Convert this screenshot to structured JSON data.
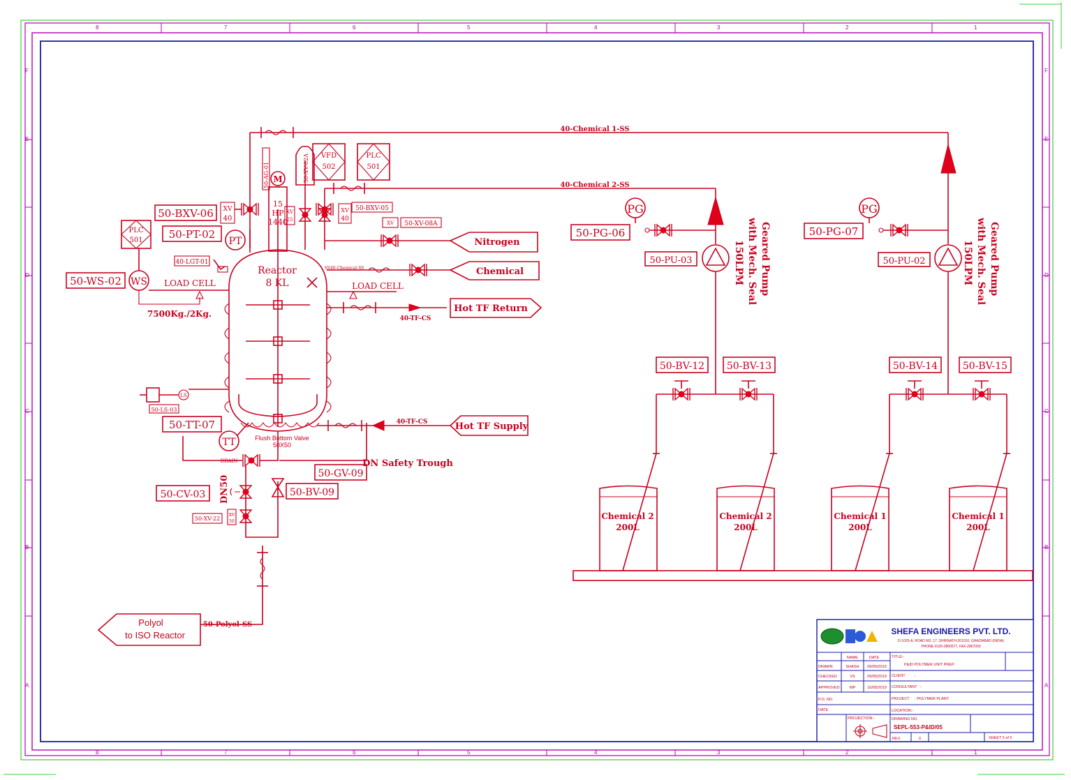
{
  "tags": {
    "bxv06": "50-BXV-06",
    "pt02": "50-PT-02",
    "ws02": "50-WS-02",
    "lgt01": "40-LGT-01",
    "tt07": "50-TT-07",
    "cv03": "50-CV-03",
    "xv22": "50-XV-22",
    "bv09": "50-BV-09",
    "gv09": "50-GV-09",
    "ls03": "50-LS-03",
    "bxv05": "50-BXV-05",
    "xv08a": "50-XV-08A",
    "pg06": "50-PG-06",
    "pg07": "50-PG-07",
    "pu03": "50-PU-03",
    "pu02": "50-PU-02",
    "bv12": "50-BV-12",
    "bv13": "50-BV-13",
    "bv14": "50-BV-14",
    "bv15": "50-BV-15",
    "ag01": "50-AG-01",
    "xv02a": "50-XV-02A"
  },
  "instruments": {
    "pt": "PT",
    "tt": "TT",
    "ws": "WS",
    "pg": "PG",
    "m": "M",
    "plc": "PLC",
    "plc_no": "501",
    "vfd": "VFD",
    "vfd_no": "502",
    "xv": "XV",
    "xv40": "40",
    "ls": "LS",
    "xv25": "25",
    "xv50": "50"
  },
  "reactor": {
    "name": "Reactor",
    "capacity": "8 KL",
    "motor_hp": "15",
    "motor_unit": "HP",
    "motor_rpm": "1440",
    "flush_valve": "Flush Bottom Valve",
    "flush_size": "50X50",
    "drain": "DRAIN",
    "dn50": "DN50"
  },
  "labels": {
    "load_cell_left": "LOAD CELL",
    "load_cell_right": "LOAD CELL",
    "weight": "7500Kg./2Kg.",
    "dn_trough": "DN Safety Trough",
    "chem_line": "SS40-Chemical-SS"
  },
  "lines": {
    "chem1": "40-Chemical 1-SS",
    "chem2": "40-Chemical 2-SS",
    "tf_return": "40-TF-CS",
    "tf_supply": "40-TF-CS",
    "polyol_line": "50-Polyol-SS"
  },
  "offpage": {
    "nitrogen": "Nitrogen",
    "chemical": "Chemical",
    "hot_tf_return": "Hot TF Return",
    "hot_tf_supply": "Hot TF Supply",
    "polyol_1": "Polyol",
    "polyol_2": "to ISO Reactor"
  },
  "pumps": {
    "desc_1": "Geared Pump",
    "desc_2": "with Mech. Seal",
    "desc_3": "150LPM"
  },
  "drums": [
    {
      "name": "Chemical 2",
      "volume": "200L"
    },
    {
      "name": "Chemical 2",
      "volume": "200L"
    },
    {
      "name": "Chemical 1",
      "volume": "200L"
    },
    {
      "name": "Chemical 1",
      "volume": "200L"
    }
  ],
  "title_block": {
    "company": "SHEFA ENGINEERS PVT. LTD.",
    "address_1": "D-1025-A, ROAD NO. 17, SHRINATH-201010, GHAZIABAD (INDIA)",
    "address_2": "PHONE-0120-2860577, FAX-2867003",
    "col_name": "NAME",
    "col_date": "DATE",
    "row_drawn": "DRAWN",
    "row_checked": "CHECKED",
    "row_approved": "APPROVED",
    "drawn_name": "SHASH",
    "drawn_date": "09/05/2019",
    "checked_name": "VS",
    "checked_date": "09/05/2019",
    "approved_name": "WP",
    "approved_date": "10/05/2019",
    "title_label": "TITLE:-",
    "title_value": "P&ID POLYMER UNIT PREP.",
    "client_label": "CLIENT",
    "client_value": "-",
    "consultant_label": "CONSULTANT",
    "consultant_value": "-",
    "project_label": "PROJECT",
    "project_value": "- POLYMER PLANT",
    "location_label": "LOCATION:-",
    "po_label": "P.O. NO.",
    "date_label": "DATE",
    "projection_label": "PROJECTION:-",
    "drawing_label": "DRAWING NO.",
    "drawing_no": "SEPL-553-P&ID/05",
    "rev_label": "REV.",
    "rev_value": "0",
    "sheet": "SHEET 5 of 5"
  },
  "grid": {
    "top": [
      "8",
      "7",
      "6",
      "5",
      "4",
      "3",
      "2",
      "1"
    ],
    "side": [
      "F",
      "E",
      "D",
      "C",
      "B",
      "A"
    ]
  }
}
